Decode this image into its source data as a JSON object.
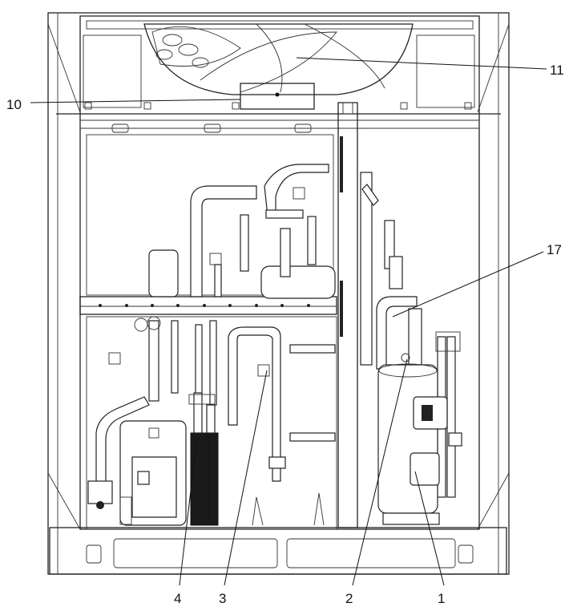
{
  "callouts": [
    {
      "id": "c10",
      "label": "10"
    },
    {
      "id": "c11",
      "label": "11"
    },
    {
      "id": "c17",
      "label": "17"
    },
    {
      "id": "c4",
      "label": "4"
    },
    {
      "id": "c3",
      "label": "3"
    },
    {
      "id": "c2",
      "label": "2"
    },
    {
      "id": "c1",
      "label": "1"
    }
  ]
}
